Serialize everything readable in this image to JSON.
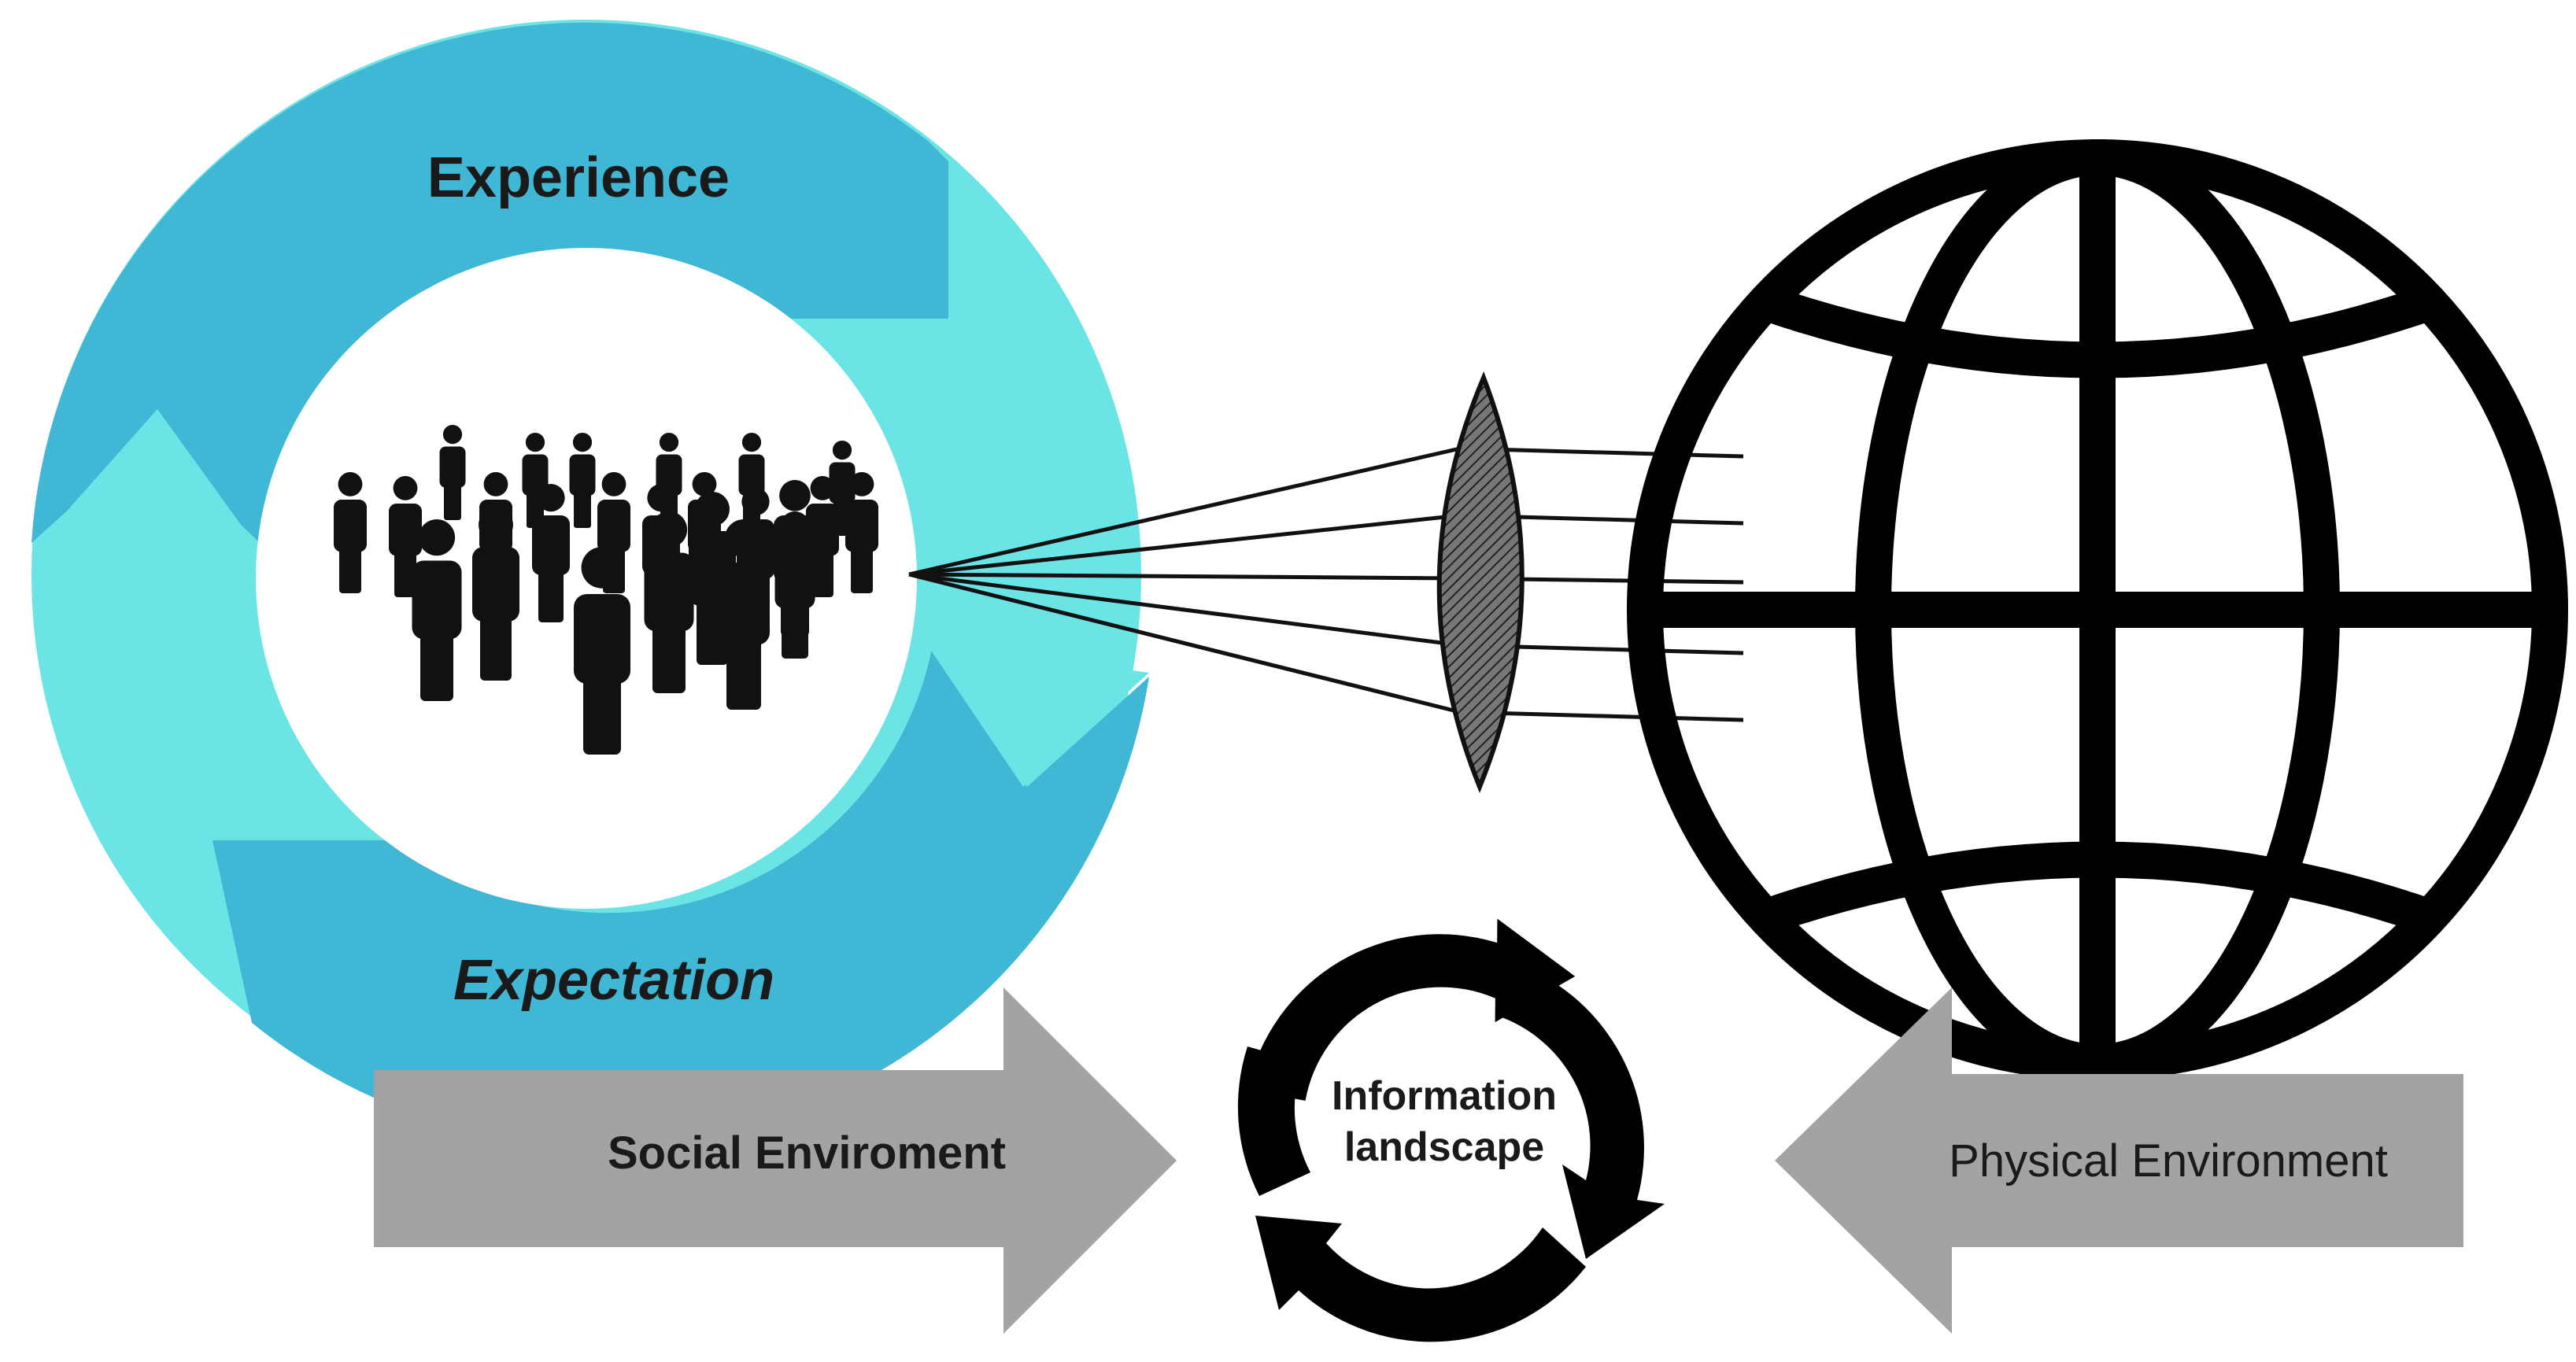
{
  "cycle": {
    "top_label": "Experience",
    "bottom_label": "Expectation",
    "colors": {
      "dark": "#41b7d6",
      "light": "#6be4e6"
    }
  },
  "arrows": {
    "social": {
      "label": "Social Enviroment",
      "color": "#a3a3a3"
    },
    "physical": {
      "label": "Physical Environment",
      "color": "#a3a3a3"
    }
  },
  "center_cycle": {
    "label_line1": "Information",
    "label_line2": "landscape"
  },
  "icons": {
    "crowd": "crowd-of-people-icon",
    "lens": "lens-icon",
    "globe": "globe-icon",
    "cycle": "recycle-arrows-icon"
  }
}
